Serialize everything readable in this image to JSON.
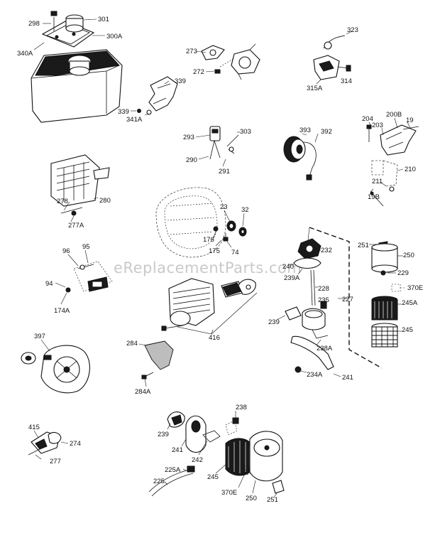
{
  "watermark": "eReplacementParts.com",
  "labels": {
    "p298": "298",
    "p301": "301",
    "p300A": "300A",
    "p340A": "340A",
    "p273": "273",
    "p272": "272",
    "p323": "323",
    "p315A": "315A",
    "p314": "314",
    "p339a": "339",
    "p339b": "339",
    "p341A": "341A",
    "p293": "293",
    "p303": "303",
    "p290": "290",
    "p291": "291",
    "p393": "393",
    "p392": "392",
    "p204": "204",
    "p203": "203",
    "p200B": "200B",
    "p19": "19",
    "p210": "210",
    "p211": "211",
    "p19B": "19B",
    "p280": "280",
    "p278": "278",
    "p277A": "277A",
    "p23": "23",
    "p32": "32",
    "p176": "176",
    "p175": "175",
    "p74": "74",
    "p251a": "251",
    "p250a": "250",
    "p229": "229",
    "p370Ea": "370E",
    "p245A": "245A",
    "p245": "245",
    "p232": "232",
    "p240": "240",
    "p239A": "239A",
    "p228": "228",
    "p227": "227",
    "p235": "235",
    "p239": "239",
    "p238A": "238A",
    "p234A": "234A",
    "p241a": "241",
    "p96": "96",
    "p95": "95",
    "p94": "94",
    "p174A": "174A",
    "p416": "416",
    "p284": "284",
    "p284A": "284A",
    "p397": "397",
    "p415": "415",
    "p274": "274",
    "p277": "277",
    "p238": "238",
    "p239b": "239",
    "p241b": "241",
    "p242": "242",
    "p225A": "225A",
    "p225": "225",
    "p245b": "245",
    "p370Eb": "370E",
    "p250b": "250",
    "p251b": "251"
  }
}
